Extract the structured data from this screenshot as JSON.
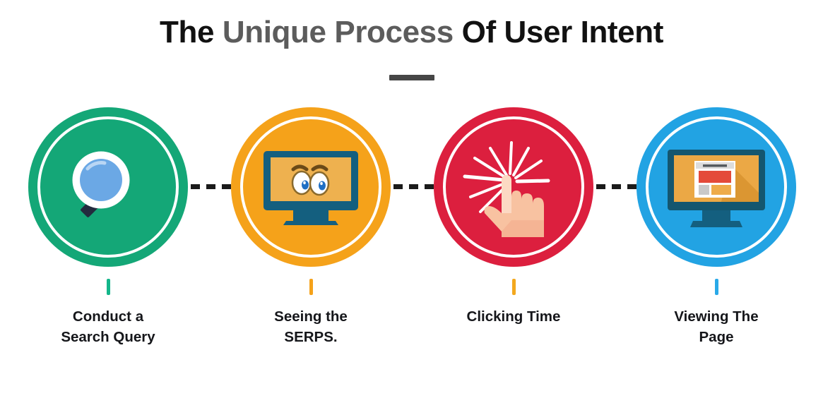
{
  "header": {
    "title_part1": "The ",
    "title_accent": "Unique Process",
    "title_part2": " Of User Intent",
    "rule_color": "#464646"
  },
  "steps": [
    {
      "index": "1",
      "circle_color": "#14a777",
      "ring_color": "#ffffff",
      "stem_color": "#14b68a",
      "icon_name": "magnifying-glass-icon",
      "label": "Conduct a\nSearch Query"
    },
    {
      "index": "2",
      "circle_color": "#f5a21a",
      "ring_color": "#ffffff",
      "stem_color": "#f5a21a",
      "icon_name": "monitor-with-eyes-icon",
      "label": "Seeing the\nSERPS."
    },
    {
      "index": "3",
      "circle_color": "#dc1f3e",
      "ring_color": "#ffffff",
      "stem_color": "#f3a81e",
      "icon_name": "pointing-hand-click-icon",
      "label": "Clicking Time"
    },
    {
      "index": "4",
      "circle_color": "#22a3e3",
      "ring_color": "#ffffff",
      "stem_color": "#29a9e8",
      "icon_name": "monitor-with-webpage-icon",
      "label": "Viewing The\nPage"
    }
  ],
  "connectors": {
    "style": "dashed",
    "color": "#1b1b1b",
    "count": "3"
  },
  "palette": {
    "green": "#14a777",
    "orange": "#f5a21a",
    "red": "#dc1f3e",
    "blue": "#22a3e3",
    "lens_blue": "#6ba8e5",
    "handle_yellow": "#f2cf1e",
    "handle_dark": "#232b3e",
    "monitor_frame": "#145f7f",
    "screen_tan": "#eeb14f",
    "skin": "#f8c2a1",
    "card_red": "#e44a3a",
    "background": "#ffffff"
  }
}
